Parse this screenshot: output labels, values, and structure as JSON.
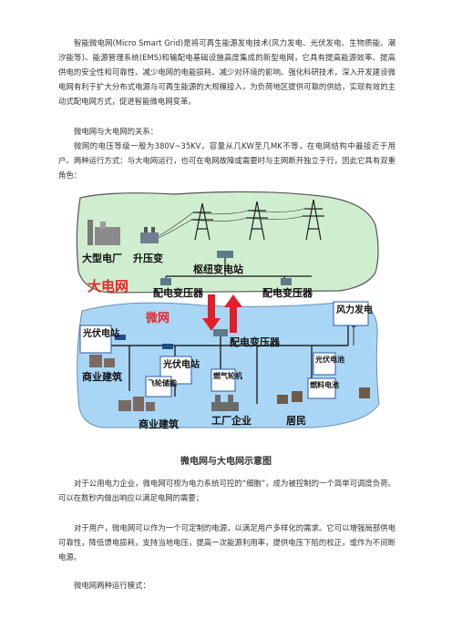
{
  "paragraphs": {
    "intro": "智能微电网(Micro Smart Grid)是将可再生能源发电技术(风力发电、光伏发电、生物质能、潮汐能等)、能源管理系统(EMS)和输配电基础设施高度集成的新型电网，它具有提高能源效率、提高供电的安全性和可靠性、减少电网的电能损耗、减少对环境的影响。强化科研技术，深入开发建设微电网有利于扩大分布式电源与可再生能源的大规模接入，为负荷地区提供可靠的供给，实现有效的主动式配电网方式，促进智能微电网变革。",
    "relation_heading": "微电网与大电网的关系：",
    "relation_body": "微网的电压等级一般为380V~35KV，容量从几KW至几MK不等，在电网结构中最接近于用户。两种运行方式：与大电网运行，也可在电网故障或需要时与主网断开独立于行，因此它具有双重角色：",
    "utility": "对于公用电力企业，微电网可视为电力系统可控的“细胞”，成为被控制的一个简单可调度负荷。可以在数秒内做出响应以满足电网的需要；",
    "user": "对于用户，微电网可以作为一个可定制的电源，以满足用户多样化的需求。它可以增强局部供电可靠性，降低馈电损耗，支持当地电压，提高一次能源利用率，提供电压下陷的校正，或作为不间断电源。",
    "modes_heading": "微电网两种运行模式："
  },
  "figure": {
    "caption": "微电网与大电网示意图",
    "grid_label": "大电网",
    "micro_label": "微网",
    "labels": {
      "big_plant": "大型电厂",
      "step_up": "升压变",
      "hub_station": "枢纽变电站",
      "dist_left": "配电变压器",
      "dist_right": "配电变压器",
      "dist_micro": "配电变压器",
      "pv_left": "光伏电站",
      "pv_mid": "光伏电站",
      "commercial_1": "商业建筑",
      "commercial_2": "商业建筑",
      "flywheel": "飞轮储能",
      "gas_turbine": "燃气轮机",
      "factory": "工厂企业",
      "wind": "风力发电",
      "pv_cell": "光伏电池",
      "fuel_cell": "燃料电池",
      "residents": "居民"
    },
    "colors": {
      "grid_bg": "#cfeecf",
      "micro_bg": "#a9d6f5",
      "red_label": "#e8252a",
      "arrow": "#e21f26",
      "box_border": "#2b5aa8"
    }
  }
}
